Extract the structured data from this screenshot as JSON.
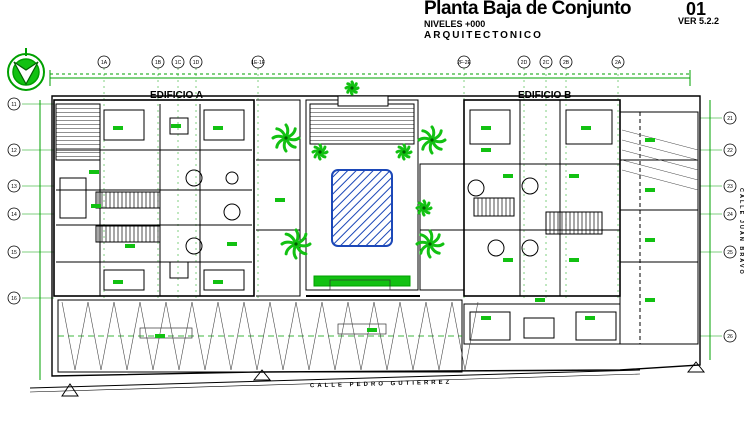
{
  "title": {
    "main": "Planta Baja de Conjunto",
    "levels": "NIVELES +000",
    "discipline": "ARQUITECTONICO",
    "sheet": "01",
    "version": "VER 5.2.2"
  },
  "buildings": {
    "a": "EDIFICIO A",
    "b": "EDIFICIO B"
  },
  "streets": {
    "south": "CALLE PEDRO GUTIERREZ",
    "east": "CALLE JUAN BRAVO"
  },
  "grid_top": [
    "1A",
    "1B",
    "1C",
    "1D",
    "1E-1F",
    "2F-2E",
    "2D",
    "2C",
    "2B",
    "2A"
  ],
  "grid_left": [
    "11",
    "12",
    "13",
    "14",
    "15",
    "16"
  ],
  "grid_right": [
    "21",
    "22",
    "23",
    "24",
    "25",
    "26"
  ],
  "colors": {
    "line": "#000000",
    "dimension": "#00a000",
    "plant": "#12c112",
    "pool": "#1c48b8"
  }
}
